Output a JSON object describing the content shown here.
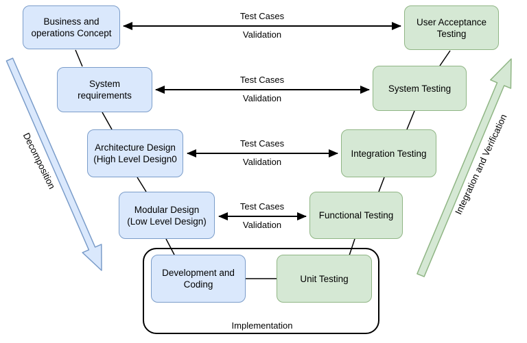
{
  "colors": {
    "blue_fill": "#dae8fc",
    "blue_stroke": "#7a9cc9",
    "green_fill": "#d5e8d4",
    "green_stroke": "#8fb584"
  },
  "boxes": {
    "business_concept": {
      "label": "Business and\noperations Concept"
    },
    "system_requirements": {
      "label": "System requirements"
    },
    "architecture_design": {
      "label": "Architecture Design\n(High Level Design0"
    },
    "modular_design": {
      "label": "Modular Design\n(Low Level Design)"
    },
    "development_coding": {
      "label": "Development and\nCoding"
    },
    "unit_testing": {
      "label": "Unit Testing"
    },
    "user_acceptance_testing": {
      "label": "User Acceptance\nTesting"
    },
    "system_testing": {
      "label": "System Testing"
    },
    "integration_testing": {
      "label": "Integration Testing"
    },
    "functional_testing": {
      "label": "Functional Testing"
    }
  },
  "labels": {
    "test_cases": "Test Cases",
    "validation": "Validation",
    "implementation": "Implementation",
    "decomposition": "Decomposition",
    "integration_verification": "Integration and Verification"
  }
}
